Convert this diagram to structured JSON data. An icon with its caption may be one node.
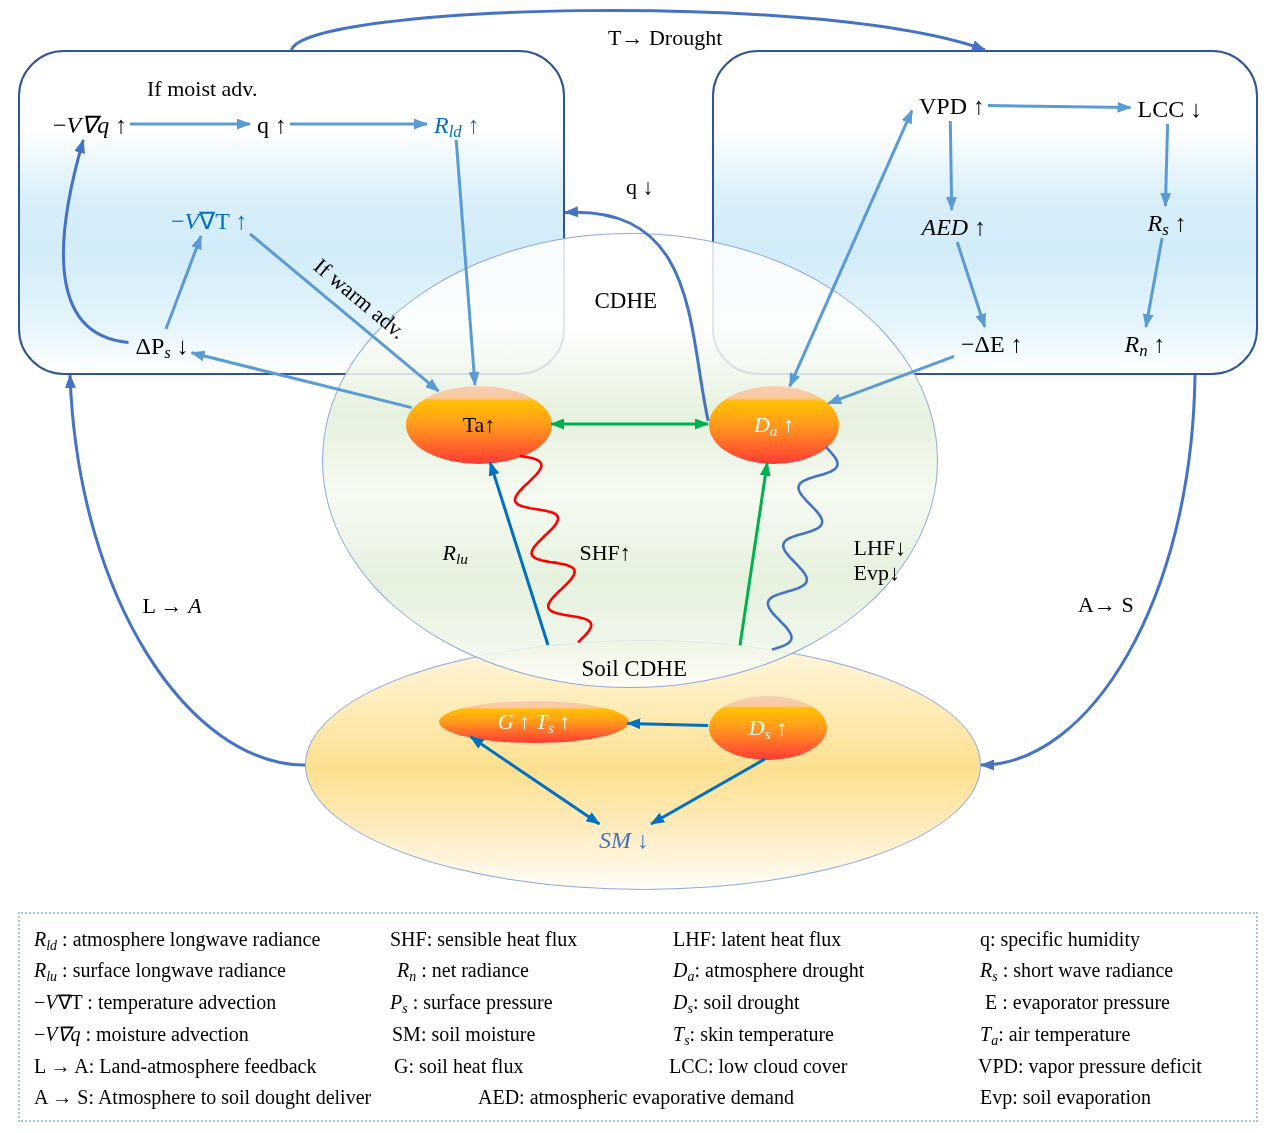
{
  "diagram": {
    "nodes": [
      {
        "text": [],
        "shape": "box"
      },
      {
        "text": [
          "−*V∇q* ↑"
        ],
        "in": 0
      },
      {
        "text": [
          "q ↑"
        ],
        "in": 0
      },
      {
        "text": [
          "*R*$_{ld}$ ↑"
        ],
        "in": 0
      },
      {
        "text": [
          "−*V*∇T ↑"
        ],
        "in": 0
      },
      {
        "text": [
          "ΔP$_{s}$ ↓"
        ],
        "in": 0
      },
      {
        "text": [],
        "shape": "box"
      },
      {
        "text": [
          "VPD ↑"
        ],
        "in": 6
      },
      {
        "text": [
          "LCC ↓"
        ],
        "in": 6
      },
      {
        "text": [
          "*AED* ↑"
        ],
        "in": 6
      },
      {
        "text": [
          "*R*$_{s}$ ↑"
        ],
        "in": 6
      },
      {
        "text": [
          "−ΔE ↑"
        ],
        "in": 6
      },
      {
        "text": [
          "*R*$_{n}$ ↑"
        ],
        "in": 6
      },
      {
        "text": [
          "CDHE"
        ]
      },
      {
        "text": [
          "Ta↑"
        ],
        "in": 13
      },
      {
        "text": [
          "*D*$_{a}$ ↑"
        ],
        "in": 13
      },
      {
        "text": [
          "Soil CDHE"
        ]
      },
      {
        "text": [
          "*G* ↑ *T*$_{s}$ ↑"
        ],
        "in": 16
      },
      {
        "text": [
          "*D*$_{s}$ ↑"
        ],
        "in": 16
      },
      {
        "text": [
          "*SM* ↓"
        ],
        "in": 16
      }
    ],
    "edges": [
      {
        "from": 0,
        "to": 6,
        "arrow": "to",
        "label": "T→ Drought",
        "color": "#4472c4"
      },
      {
        "from": 1,
        "to": 2,
        "arrow": "to",
        "label": "If moist adv."
      },
      {
        "from": 2,
        "to": 3,
        "arrow": "to"
      },
      {
        "from": 3,
        "to": 14,
        "arrow": "to"
      },
      {
        "from": 4,
        "to": 14,
        "arrow": "to",
        "label": "If warm adv."
      },
      {
        "from": 5,
        "to": 4,
        "arrow": "to"
      },
      {
        "from": 5,
        "to": 1,
        "arrow": "to",
        "color": "#4472c4"
      },
      {
        "from": 14,
        "to": 5,
        "arrow": "to"
      },
      {
        "from": 15,
        "to": 7,
        "arrow": "both"
      },
      {
        "from": 7,
        "to": 8,
        "arrow": "to"
      },
      {
        "from": 7,
        "to": 9,
        "arrow": "to"
      },
      {
        "from": 9,
        "to": 11,
        "arrow": "to"
      },
      {
        "from": 8,
        "to": 10,
        "arrow": "to"
      },
      {
        "from": 10,
        "to": 12,
        "arrow": "to"
      },
      {
        "from": 11,
        "to": 15,
        "arrow": "to"
      },
      {
        "from": 15,
        "to": 0,
        "arrow": "to",
        "label": "q ↓",
        "color": "#4472c4"
      },
      {
        "from": 14,
        "to": 15,
        "arrow": "both",
        "color": "#00b050"
      },
      {
        "from": 16,
        "to": 14,
        "arrow": "to",
        "label": "*R*$_{lu}$",
        "color": "#0070c0"
      },
      {
        "from": 16,
        "to": 14,
        "arrow": "none",
        "label": "SHF↑",
        "color": "#ff0000"
      },
      {
        "from": 16,
        "to": 15,
        "arrow": "to",
        "color": "#00b050"
      },
      {
        "from": 16,
        "to": 15,
        "arrow": "none",
        "label": "LHF↓ Evp↓",
        "color": "#4472c4"
      },
      {
        "from": 18,
        "to": 17,
        "arrow": "to",
        "color": "#0070c0"
      },
      {
        "from": 17,
        "to": 19,
        "arrow": "both",
        "color": "#0070c0"
      },
      {
        "from": 18,
        "to": 19,
        "arrow": "to",
        "color": "#0070c0"
      },
      {
        "from": 16,
        "to": 0,
        "arrow": "to",
        "label": "L → *A*",
        "color": "#4472c4"
      },
      {
        "from": 6,
        "to": 16,
        "arrow": "to",
        "label": "A→ S",
        "color": "#4472c4"
      }
    ],
    "labels": [
      "*R*$_{ld}$ : atmosphere longwave radiance",
      "SHF: sensible heat flux",
      "LHF: latent heat flux",
      "q: specific humidity",
      "*R*$_{lu}$ : surface longwave radiance",
      "*R*$_{n}$ : net radiance",
      "*D*$_{a}$: atmosphere drought",
      "*R*$_{s}$ : short wave radiance",
      "−*V*∇T : temperature advection",
      "*P*$_{s}$ : surface pressure",
      "*D*$_{s}$: soil drought",
      "E : evaporator pressure",
      "−*V∇q* : moisture advection",
      "SM: soil moisture",
      "*T*$_{s}$: skin temperature",
      "*T*$_{a}$: air temperature",
      "L → A: Land-atmosphere feedback",
      "G: soil heat flux",
      "LCC: low cloud cover",
      "VPD: vapor pressure deficit",
      "A → S: Atmosphere to soil dought deliver",
      "AED: atmospheric evaporative demand",
      "Evp: soil evaporation"
    ]
  }
}
